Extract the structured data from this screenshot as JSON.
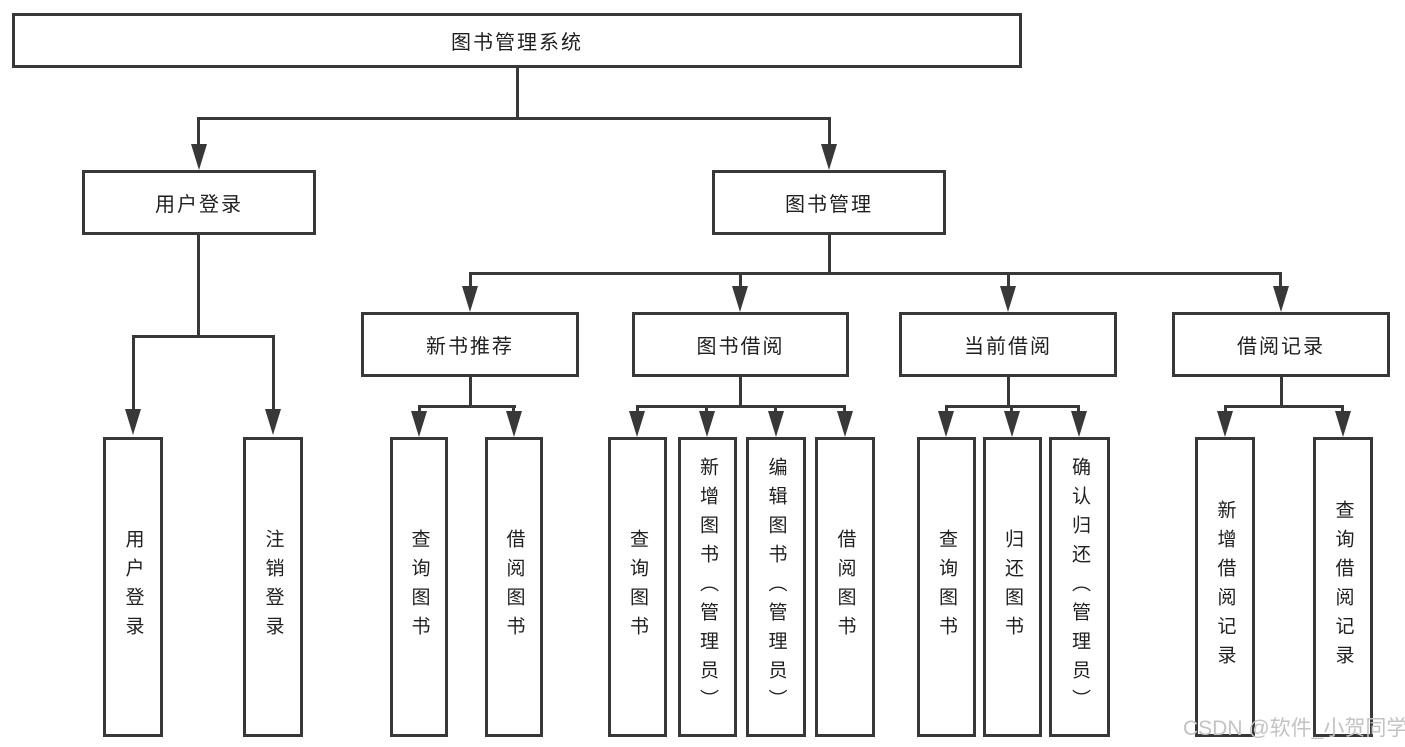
{
  "nodes": {
    "root": "图书管理系统",
    "userLogin": "用户登录",
    "bookManagement": "图书管理",
    "newBookRecommend": "新书推荐",
    "bookBorrowing": "图书借阅",
    "currentBorrowing": "当前借阅",
    "borrowingRecords": "借阅记录",
    "leafUserLogin": "用户登录",
    "leafLogout": "注销登录",
    "leafNbrQueryBooks": "查询图书",
    "leafNbrBorrowBooks": "借阅图书",
    "leafBbQueryBooks": "查询图书",
    "leafBbAddBooks": "新增图书（管理员）",
    "leafBbEditBooks": "编辑图书（管理员）",
    "leafBbBorrowBooks": "借阅图书",
    "leafCbQueryBooks": "查询图书",
    "leafCbReturnBooks": "归还图书",
    "leafCbConfirmReturn": "确认归还（管理员）",
    "leafBrAddRecord": "新增借阅记录",
    "leafBrQueryRecord": "查询借阅记录"
  },
  "watermark": "CSDN @软件_小贺同学",
  "colors": {
    "line": "#383838",
    "text": "#1f1f1f",
    "watermark": "#c3c3c3",
    "background": "#ffffff"
  }
}
